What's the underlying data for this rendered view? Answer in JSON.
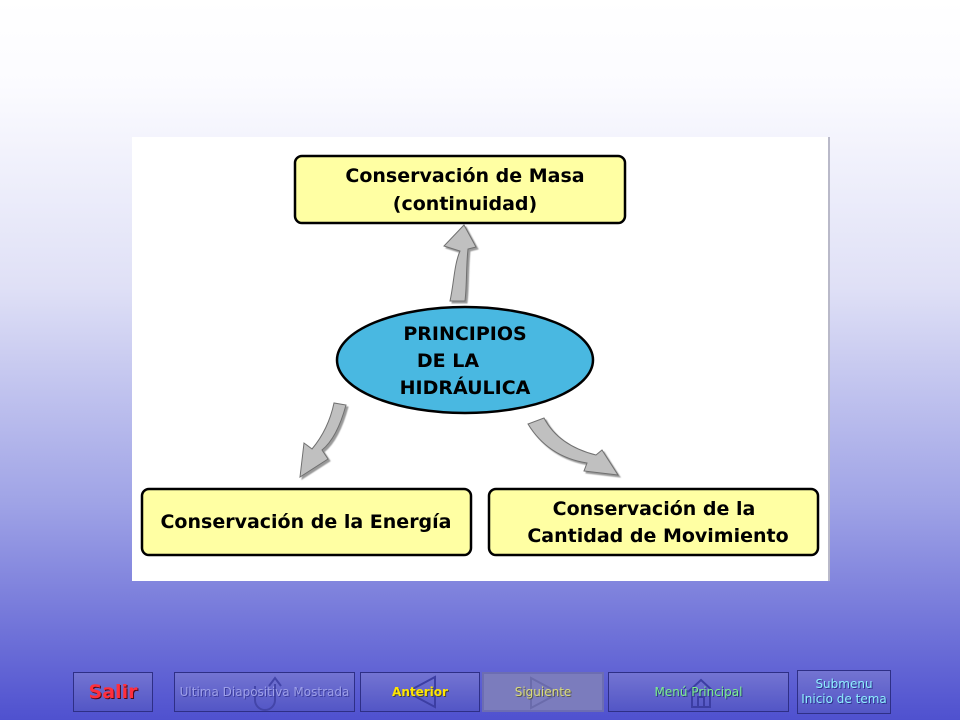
{
  "diagram": {
    "top_box": {
      "line1": "Conservación de Masa",
      "line2": "(continuidad)"
    },
    "center": {
      "line1": "PRINCIPIOS",
      "line2": "DE LA",
      "line3": "HIDRÁULICA"
    },
    "left_box": {
      "line1": "Conservación de la Energía"
    },
    "right_box": {
      "line1": "Conservación de la",
      "line2": "Cantidad de Movimiento"
    }
  },
  "nav": {
    "salir": "Salir",
    "ultima": "Ultima Diapositiva Mostrada",
    "anterior": "Anterior",
    "siguiente": "Siguiente",
    "menu": "Menú Principal",
    "submenu_line1": "Submenu",
    "submenu_line2": "Inicio de tema"
  },
  "colors": {
    "box_fill": "#ffffa3",
    "ellipse_fill": "#49b8e1",
    "arrow_fill": "#c0c0c0",
    "salir_text": "#ff2f3d",
    "anterior_text": "#ffe600",
    "menu_text": "#7df08c",
    "submenu_text": "#8ff0ff"
  },
  "icons": [
    "undo-arrow-icon",
    "triangle-left-icon",
    "triangle-right-icon",
    "house-icon"
  ]
}
